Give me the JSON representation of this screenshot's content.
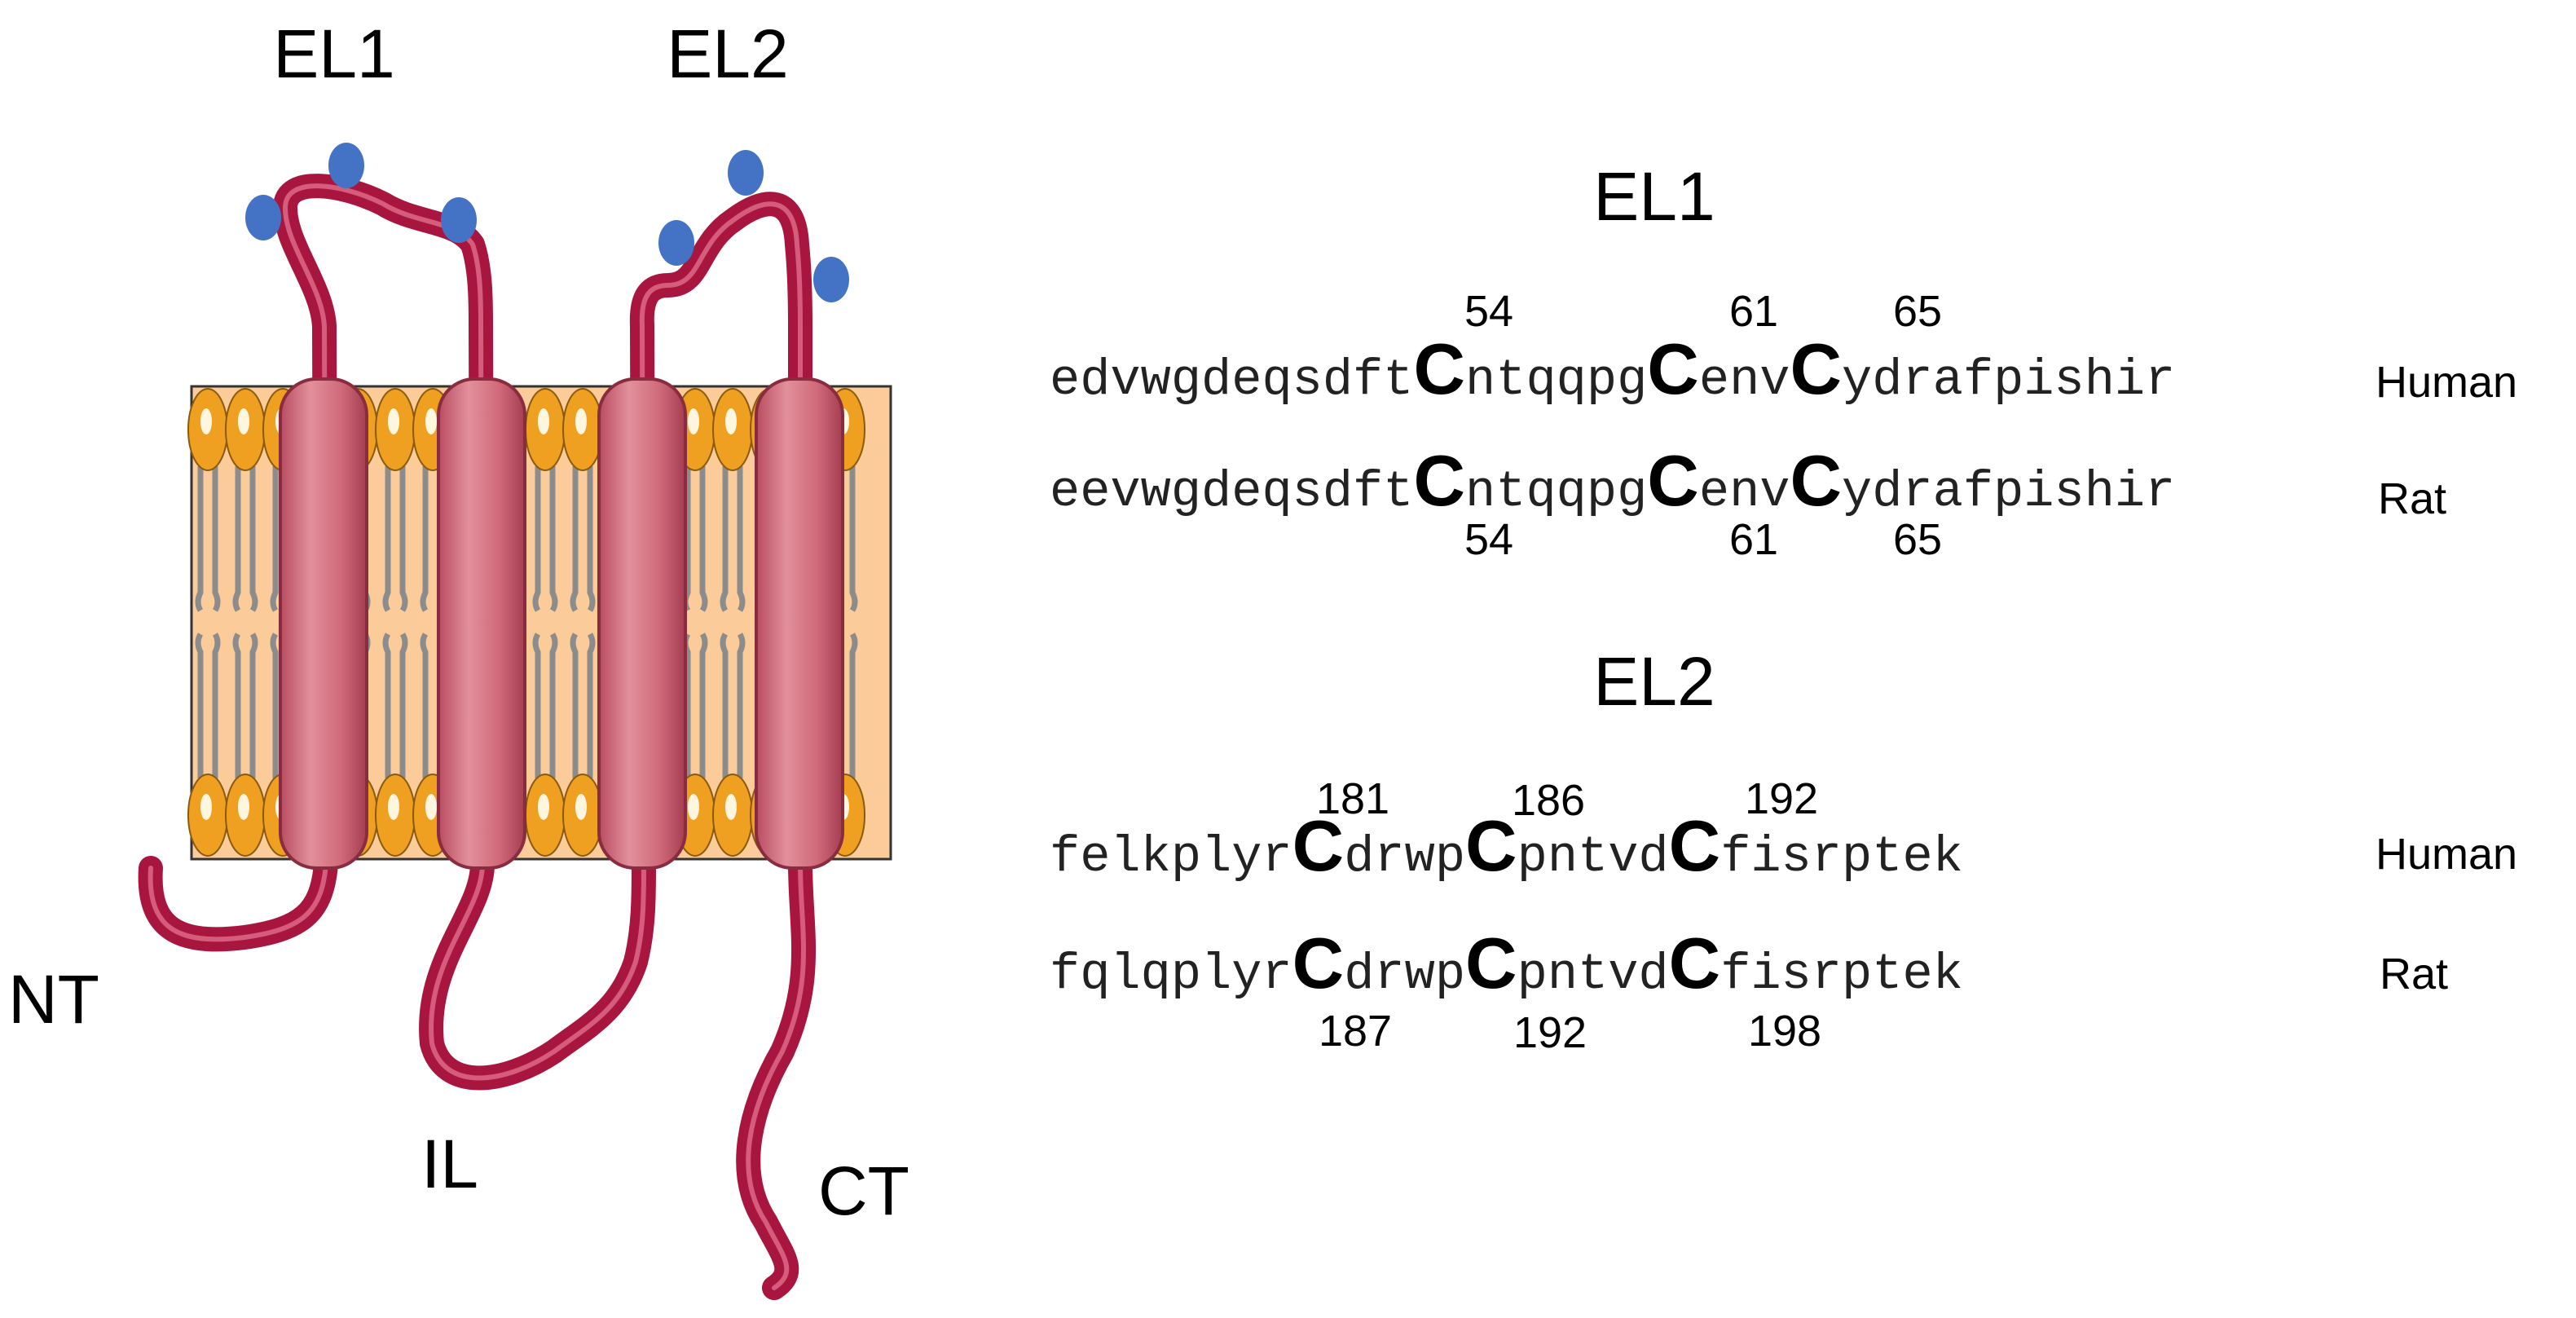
{
  "topology": {
    "labels": {
      "el1": "EL1",
      "el2": "EL2",
      "nt": "NT",
      "il": "IL",
      "ct": "CT"
    },
    "colors": {
      "membrane": "#fbcb9a",
      "lipid_head": "#f0a020",
      "helix": "#d06a7a",
      "chain": "#a8163f",
      "glycan": "#4472c4",
      "lipid_tail": "#8c8c8c"
    }
  },
  "alignments": {
    "el1": {
      "title": "EL1",
      "human": {
        "species": "Human",
        "segs": [
          "edvwgdeqsdft",
          "C",
          "ntqqpg",
          "C",
          "env",
          "C",
          "ydrafpishir"
        ],
        "positions": [
          "54",
          "61",
          "65"
        ]
      },
      "rat": {
        "species": "Rat",
        "segs": [
          "eevwgdeqsdft",
          "C",
          "ntqqpg",
          "C",
          "env",
          "C",
          "ydrafpishir"
        ],
        "positions": [
          "54",
          "61",
          "65"
        ]
      }
    },
    "el2": {
      "title": "EL2",
      "human": {
        "species": "Human",
        "segs": [
          "felkplyr",
          "C",
          "drwp",
          "C",
          "pntvd",
          "C",
          "fisrptek"
        ],
        "positions": [
          "181",
          "186",
          "192"
        ]
      },
      "rat": {
        "species": "Rat",
        "segs": [
          "fqlqplyr",
          "C",
          "drwp",
          "C",
          "pntvd",
          "C",
          "fisrptek"
        ],
        "positions": [
          "187",
          "192",
          "198"
        ]
      }
    }
  }
}
